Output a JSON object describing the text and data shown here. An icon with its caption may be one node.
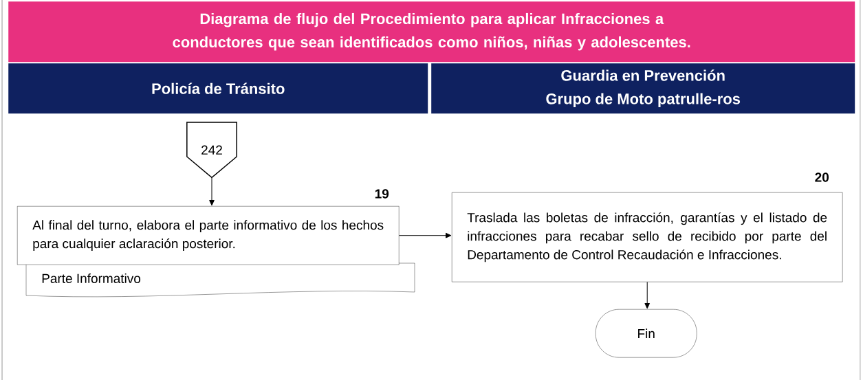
{
  "diagram": {
    "title": "Diagrama de flujo del Procedimiento para aplicar Infracciones a conductores que sean identificados como niños, niñas y adolescentes.",
    "nodes": [
      {
        "text": [
          "Policía de Tránsito"
        ]
      },
      {
        "text": [
          "Guardia en Prevención",
          "Grupo de Moto patrulle-ros"
        ]
      },
      {
        "text": [
          "242"
        ]
      },
      {
        "text": [
          "Al final del turno, elabora el parte informativo de los hechos para cualquier aclaración posterior."
        ],
        "beside": [
          "19"
        ]
      },
      {
        "text": [
          "Parte Informativo"
        ]
      },
      {
        "text": [
          "Traslada las boletas de infracción, garantías y el listado de infracciones para recabar sello de recibido por parte del Departamento de Control Recaudación e Infracciones."
        ],
        "beside": [
          "20"
        ]
      },
      {
        "text": [
          "Fin"
        ]
      }
    ],
    "edges": [
      {
        "from": 2,
        "to": 3,
        "arrow": "to"
      },
      {
        "from": 3,
        "to": 5,
        "arrow": "to"
      },
      {
        "from": 5,
        "to": 6,
        "arrow": "to"
      }
    ]
  }
}
